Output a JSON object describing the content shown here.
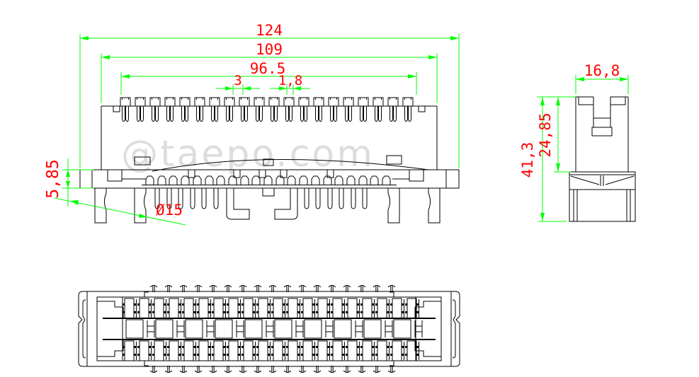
{
  "watermark": "@taepo.com",
  "colors": {
    "background": "#FFFFFF",
    "outline": "#000000",
    "dimension_line": "#00FF00",
    "dimension_text": "#FF0000",
    "watermark_text": "#D8D8D8"
  },
  "front_view": {
    "dim_overall_width": "124",
    "dim_body_width": "109",
    "dim_contact_span": "96.5",
    "dim_tooth_pitch": "3",
    "dim_slot_width": "1,8",
    "dim_base_height": "5,85",
    "dim_leg_diameter": "Ø15"
  },
  "side_view": {
    "dim_width": "16,8",
    "dim_overall_height": "41,3",
    "dim_upper_height": "24,85"
  }
}
